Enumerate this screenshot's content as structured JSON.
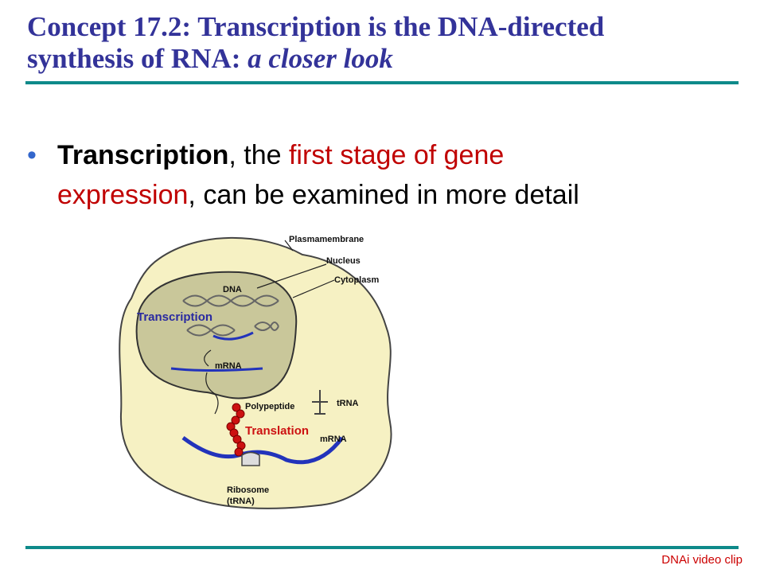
{
  "title": {
    "line1": "Concept 17.2: Transcription is the DNA-directed",
    "line2_plain": "synthesis of RNA: ",
    "line2_italic": "a closer look"
  },
  "bullet": {
    "marker": "•",
    "bold": "Transcription",
    "text1": ", the ",
    "red1": "first stage of gene",
    "red2": "expression",
    "text2": ", can be examined in more detail"
  },
  "diagram": {
    "labels": {
      "plasma": "Plasmamembrane",
      "nucleus": "Nucleus",
      "cytoplasm": "Cytoplasm",
      "dna": "DNA",
      "transcription": "Transcription",
      "mrna_nucleus": "mRNA",
      "polypeptide": "Polypeptide",
      "trna": "tRNA",
      "translation": "Translation",
      "mrna_cyto": "mRNA",
      "ribosome": "Ribosome",
      "ribosome_sub": "(tRNA)"
    },
    "colors": {
      "cell": "#f6f1c3",
      "nucleus": "#c9c79a",
      "mrna": "#2233bb",
      "polypeptide": "#cc1111",
      "transcription_text": "#2a2aa0",
      "translation_text": "#cc1111"
    }
  },
  "footer": {
    "link": "DNAi video clip"
  }
}
